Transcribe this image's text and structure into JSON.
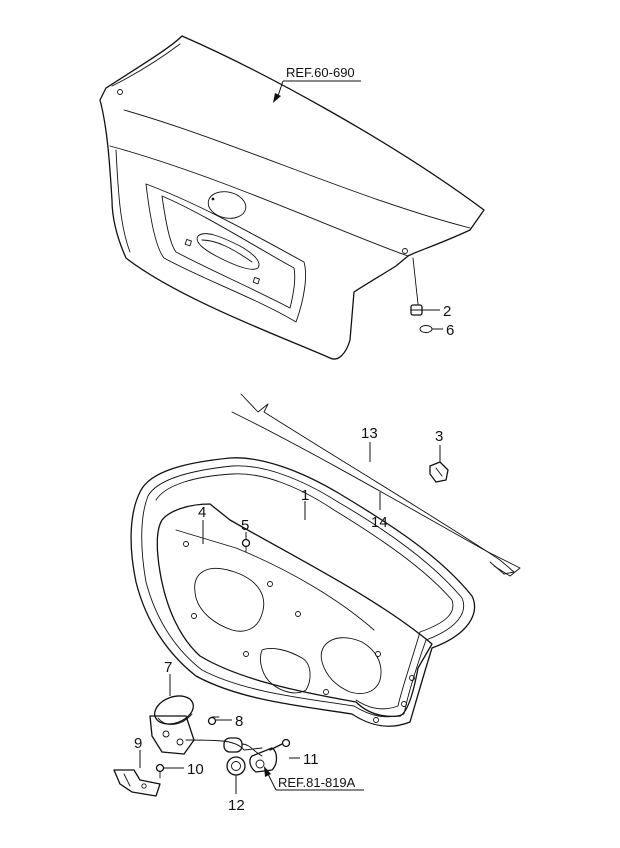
{
  "diagram": {
    "references": [
      {
        "id": "ref-60-690",
        "text": "REF.60-690"
      },
      {
        "id": "ref-81-819a",
        "text": "REF.81-819A"
      }
    ],
    "callouts": [
      {
        "id": "c1",
        "text": "1"
      },
      {
        "id": "c2",
        "text": "2"
      },
      {
        "id": "c3",
        "text": "3"
      },
      {
        "id": "c4",
        "text": "4"
      },
      {
        "id": "c5",
        "text": "5"
      },
      {
        "id": "c6",
        "text": "6"
      },
      {
        "id": "c7",
        "text": "7"
      },
      {
        "id": "c8",
        "text": "8"
      },
      {
        "id": "c9",
        "text": "9"
      },
      {
        "id": "c10",
        "text": "10"
      },
      {
        "id": "c11",
        "text": "11"
      },
      {
        "id": "c12",
        "text": "12"
      },
      {
        "id": "c13",
        "text": "13"
      },
      {
        "id": "c14",
        "text": "14"
      }
    ]
  }
}
